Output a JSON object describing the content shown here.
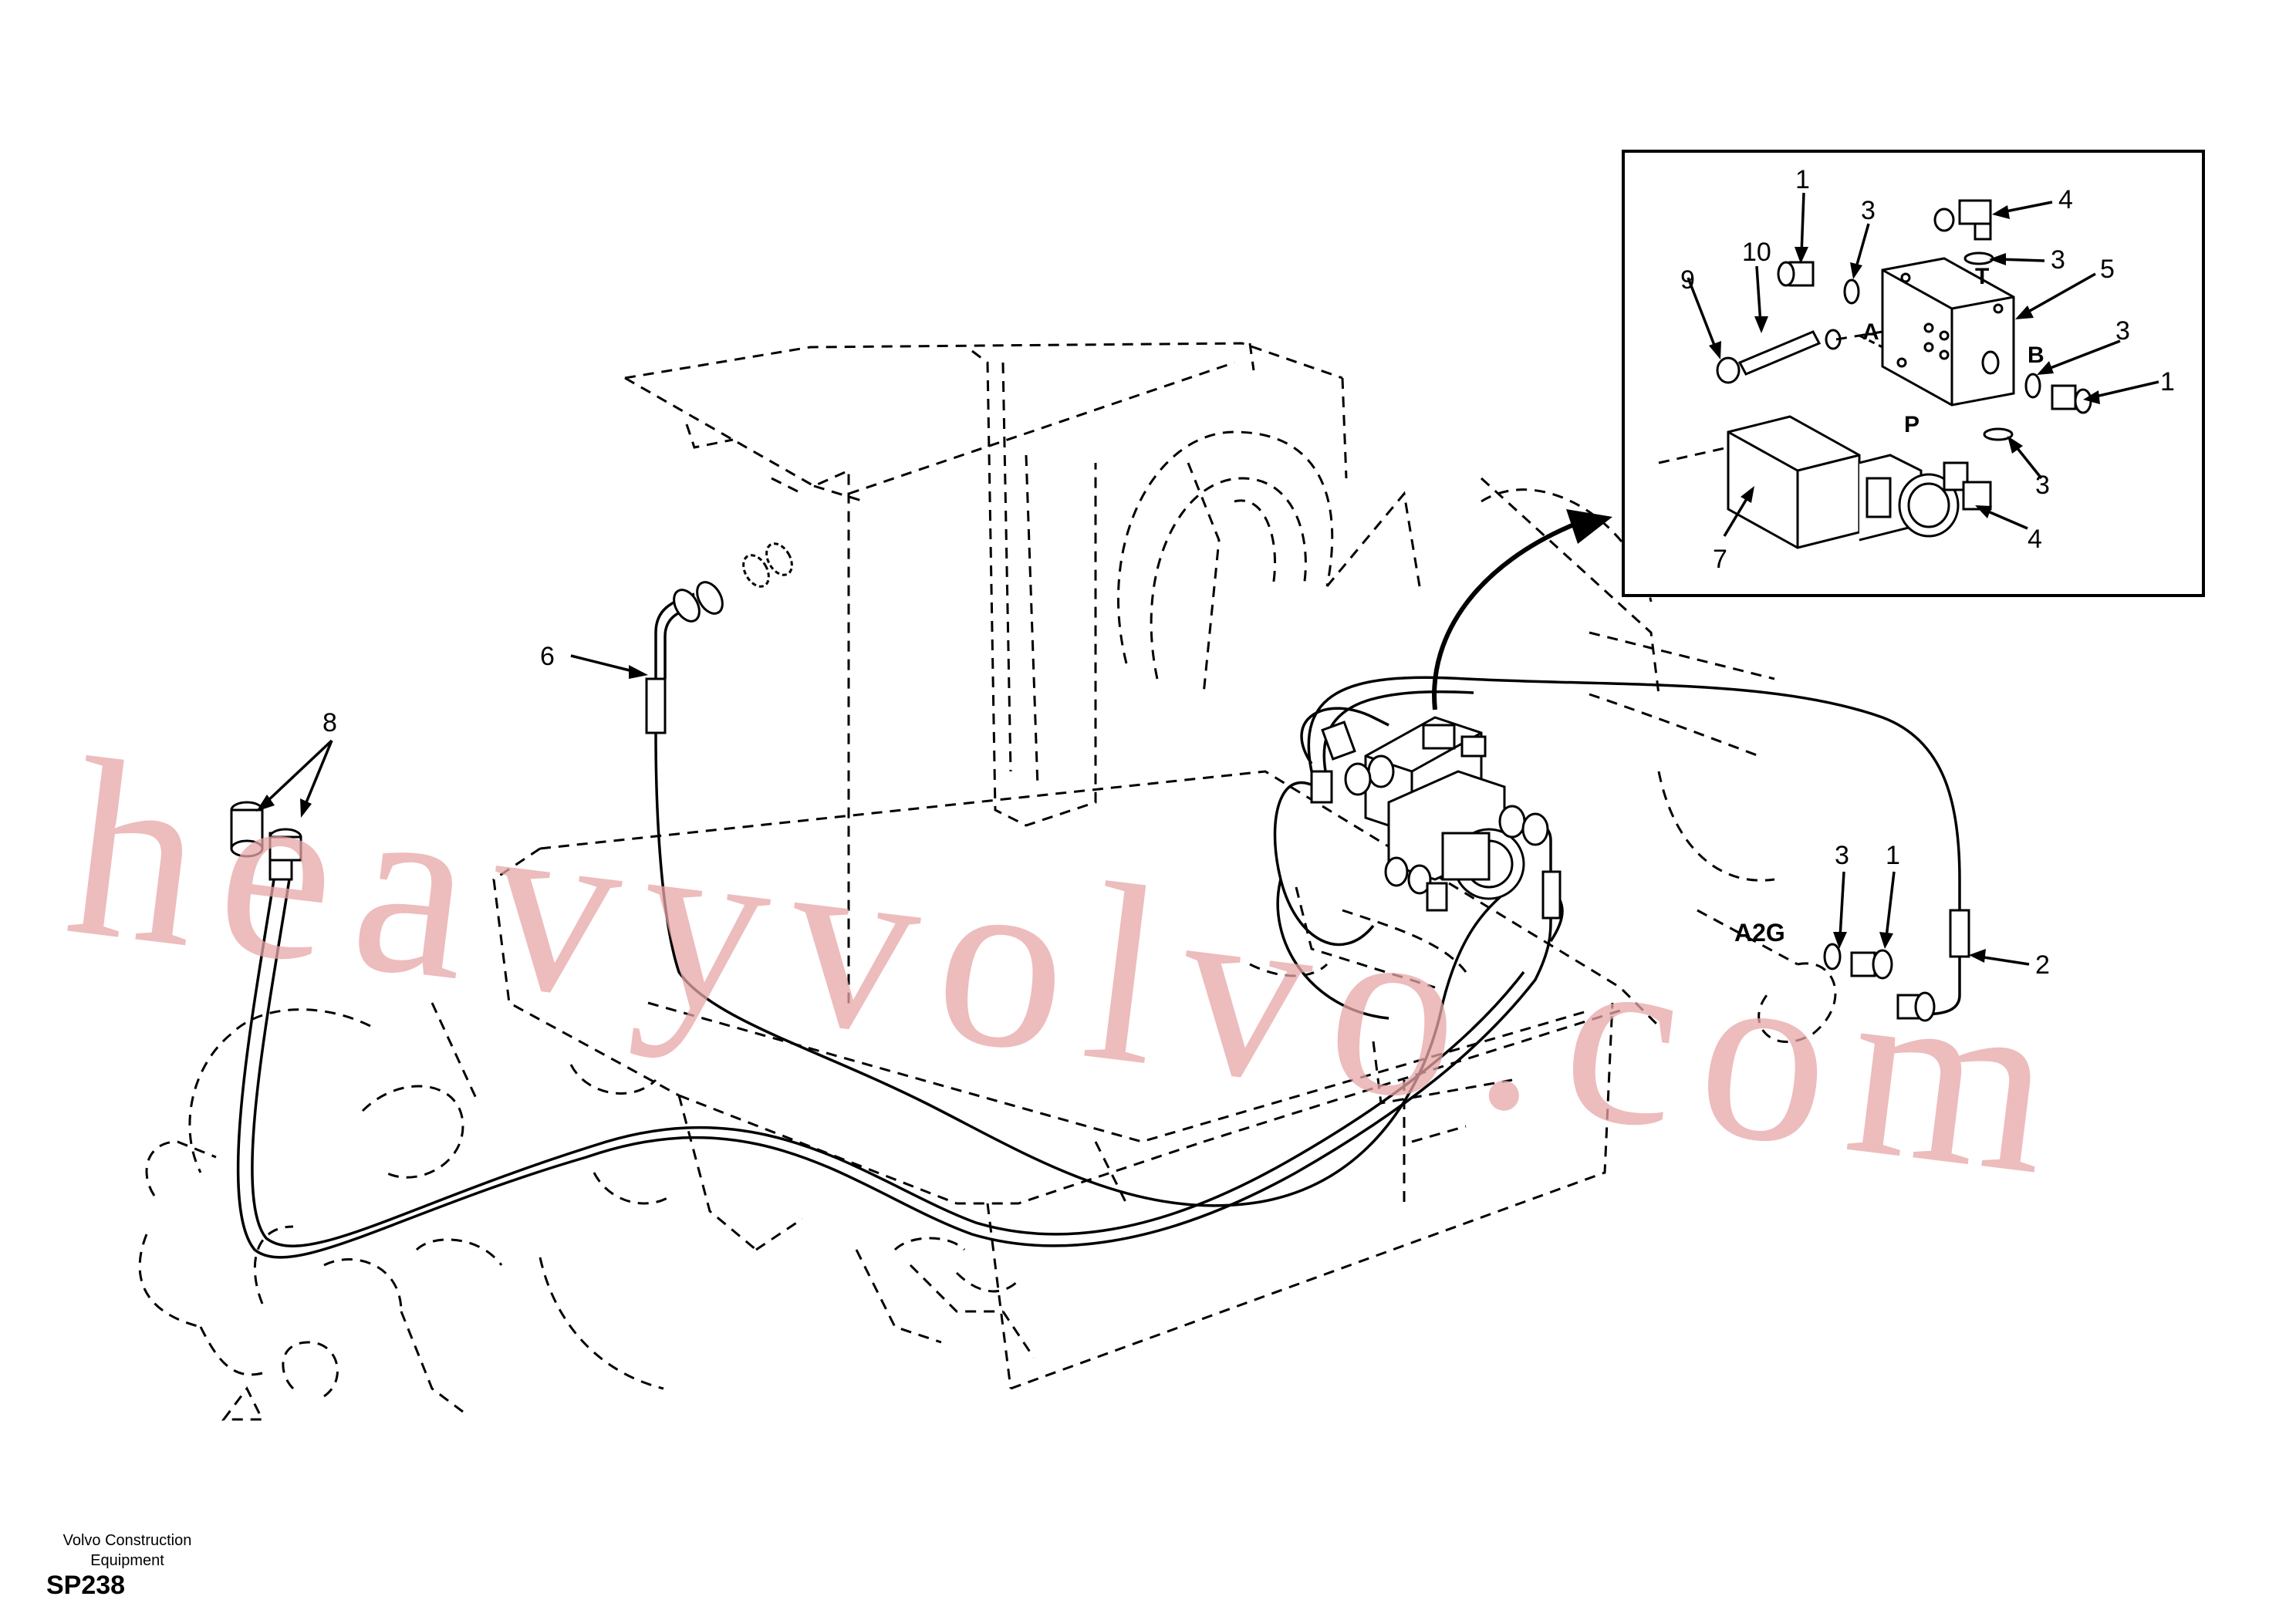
{
  "footer": {
    "company_line1": "Volvo Construction",
    "company_line2": "Equipment",
    "drawing_code": "SP238"
  },
  "watermark": "heavyvolvo.com",
  "callouts": {
    "main": [
      {
        "id": "c6",
        "label": "6"
      },
      {
        "id": "c8",
        "label": "8"
      },
      {
        "id": "c3a",
        "label": "3"
      },
      {
        "id": "c1a",
        "label": "1"
      },
      {
        "id": "c2",
        "label": "2"
      }
    ],
    "detail": [
      {
        "id": "d1a",
        "label": "1"
      },
      {
        "id": "d3a",
        "label": "3"
      },
      {
        "id": "d4a",
        "label": "4"
      },
      {
        "id": "d3b",
        "label": "3"
      },
      {
        "id": "d5",
        "label": "5"
      },
      {
        "id": "d10",
        "label": "10"
      },
      {
        "id": "d9",
        "label": "9"
      },
      {
        "id": "d3c",
        "label": "3"
      },
      {
        "id": "d1b",
        "label": "1"
      },
      {
        "id": "d3d",
        "label": "3"
      },
      {
        "id": "d4b",
        "label": "4"
      },
      {
        "id": "d7",
        "label": "7"
      }
    ]
  },
  "port_labels": {
    "t": "T",
    "a": "A",
    "b": "B",
    "p": "P",
    "a2g": "A2G"
  },
  "colors": {
    "line": "#000000",
    "watermark": "#e7a6a6",
    "background": "#ffffff"
  }
}
